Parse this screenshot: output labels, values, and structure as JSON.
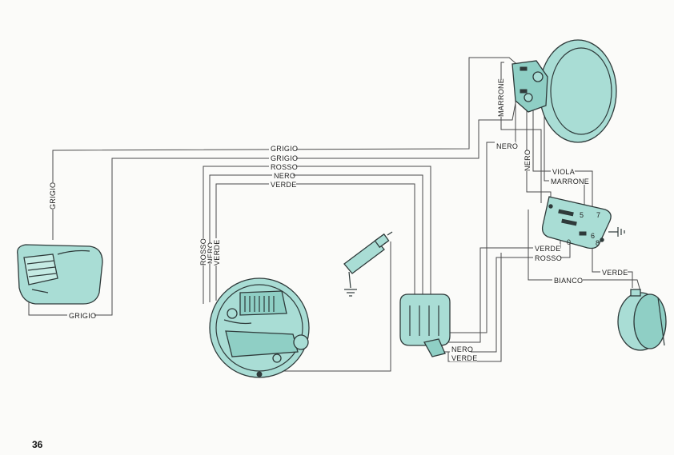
{
  "labels": {
    "grigio_top": "GRIGIO",
    "grigio_mid": "GRIGIO",
    "rosso": "ROSSO",
    "nero": "NERO",
    "verde": "VERDE",
    "grigio_left_vertical": "GRIGIO",
    "grigio_bottom": "GRIGIO",
    "rosso_vertical": "ROSSO",
    "nero_vertical": "NERO",
    "verde_vertical": "VERDE",
    "marrone_vertical": "MARRONE",
    "nero_right": "NERO",
    "nero_right_vertical": "NERO",
    "viola": "VIOLA",
    "marrone": "MARRONE",
    "verde_switch": "VERDE",
    "rosso_switch": "ROSSO",
    "verde_horn": "VERDE",
    "bianco": "BIANCO",
    "nero_bottom": "NERO",
    "verde_bottom": "VERDE"
  },
  "switch_terminals": {
    "t5": "5",
    "t6": "6",
    "t7": "7",
    "t8": "8",
    "t0": "0"
  },
  "page_number": "36"
}
